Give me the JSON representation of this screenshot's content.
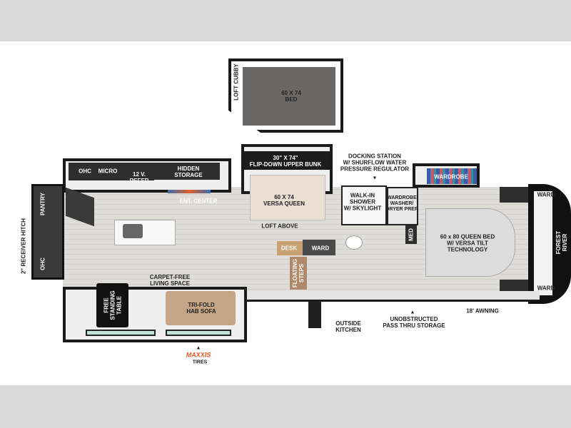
{
  "loft": {
    "cubby": "LOFT CUBBY",
    "bed": "60 X 74\nBED"
  },
  "rear": {
    "hitch": "2\" RECEIVER HITCH",
    "pantry": "PANTRY",
    "ohc": "OHC"
  },
  "kitchen": {
    "ohc": "OHC",
    "micro": "MICRO",
    "refer": "12 V.\nREFER",
    "hidden_storage": "HIDDEN\nSTORAGE",
    "ent_center": "ENT. CENTER"
  },
  "living": {
    "carpet_free": "CARPET-FREE\nLIVING SPACE",
    "table": "FREE\nSTANDING\nTABLE",
    "sofa": "TRI-FOLD\nHAB SOFA"
  },
  "tires": {
    "brand": "MAXXIS",
    "label": "TIRES",
    "brand_color": "#e8541c"
  },
  "bunk": {
    "upper": "30\" X 74\"\nFLIP-DOWN UPPER BUNK",
    "queen": "60 X 74\nVERSA QUEEN",
    "loft_above": "LOFT ABOVE",
    "desk": "DESK",
    "ward": "WARD",
    "steps": "FLOATING\nSTEPS"
  },
  "bath": {
    "docking": "DOCKING STATION\nW/ SHURFLOW WATER\nPRESSURE REGULATOR",
    "shower": "WALK-IN\nSHOWER\nW/ SKYLIGHT",
    "washer": "WARDROBE\nWASHER/\nDRYER PREP",
    "med": "MED"
  },
  "bedroom": {
    "wardrobe": "WARDROBE",
    "ward_top": "WARD",
    "ward_bottom": "WARD",
    "bed": "60 x 80 QUEEN BED\nW/ VERSA TILT\nTECHNOLOGY",
    "brand": "FOREST RIVER"
  },
  "exterior": {
    "outside_kitchen": "OUTSIDE\nKITCHEN",
    "pass_thru": "UNOBSTRUCTED\nPASS THRU STORAGE",
    "awning": "18' AWNING"
  }
}
